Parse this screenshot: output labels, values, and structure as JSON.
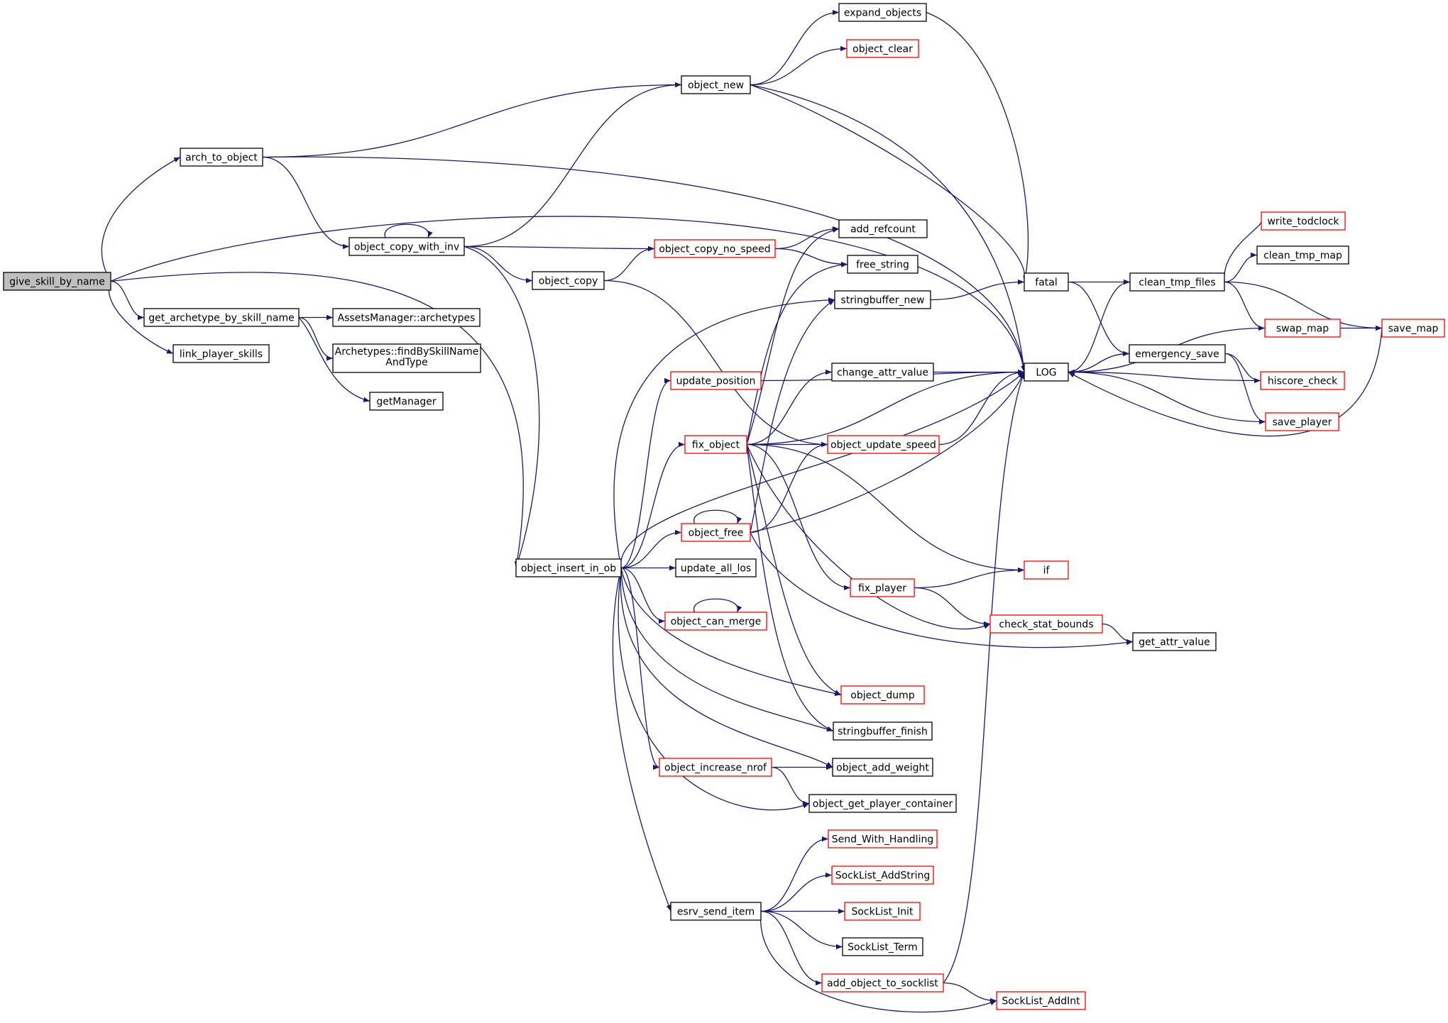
{
  "colors": {
    "edge": "#191970",
    "root_fill": "#bfbfbf",
    "node_border": "#000000",
    "node_border_truncated": "#ff0000"
  },
  "nodes": [
    {
      "id": "give_skill_by_name",
      "label": "give_skill_by_name",
      "root": true
    },
    {
      "id": "arch_to_object",
      "label": "arch_to_object"
    },
    {
      "id": "get_archetype_by_skill_name",
      "label": "get_archetype_by_skill_name"
    },
    {
      "id": "link_player_skills",
      "label": "link_player_skills"
    },
    {
      "id": "object_copy_with_inv",
      "label": "object_copy_with_inv"
    },
    {
      "id": "object_new",
      "label": "object_new"
    },
    {
      "id": "expand_objects",
      "label": "expand_objects"
    },
    {
      "id": "object_clear",
      "label": "object_clear",
      "truncated": true
    },
    {
      "id": "object_copy",
      "label": "object_copy"
    },
    {
      "id": "object_copy_no_speed",
      "label": "object_copy_no_speed",
      "truncated": true
    },
    {
      "id": "add_refcount",
      "label": "add_refcount"
    },
    {
      "id": "free_string",
      "label": "free_string"
    },
    {
      "id": "stringbuffer_new",
      "label": "stringbuffer_new"
    },
    {
      "id": "AssetsManager_archetypes",
      "label": "AssetsManager::archetypes"
    },
    {
      "id": "Archetypes_find",
      "label": "Archetypes::findBySkillName",
      "label2": "AndType"
    },
    {
      "id": "getManager",
      "label": "getManager"
    },
    {
      "id": "update_position",
      "label": "update_position",
      "truncated": true
    },
    {
      "id": "change_attr_value",
      "label": "change_attr_value"
    },
    {
      "id": "fix_object",
      "label": "fix_object",
      "truncated": true
    },
    {
      "id": "object_update_speed",
      "label": "object_update_speed",
      "truncated": true
    },
    {
      "id": "object_free",
      "label": "object_free",
      "truncated": true
    },
    {
      "id": "object_insert_in_ob",
      "label": "object_insert_in_ob"
    },
    {
      "id": "update_all_los",
      "label": "update_all_los"
    },
    {
      "id": "object_can_merge",
      "label": "object_can_merge",
      "truncated": true
    },
    {
      "id": "fix_player",
      "label": "fix_player",
      "truncated": true
    },
    {
      "id": "object_dump",
      "label": "object_dump",
      "truncated": true
    },
    {
      "id": "stringbuffer_finish",
      "label": "stringbuffer_finish"
    },
    {
      "id": "object_increase_nrof",
      "label": "object_increase_nrof",
      "truncated": true
    },
    {
      "id": "object_add_weight",
      "label": "object_add_weight"
    },
    {
      "id": "object_get_player_container",
      "label": "object_get_player_container"
    },
    {
      "id": "Send_With_Handling",
      "label": "Send_With_Handling",
      "truncated": true
    },
    {
      "id": "SockList_AddString",
      "label": "SockList_AddString",
      "truncated": true
    },
    {
      "id": "esrv_send_item",
      "label": "esrv_send_item"
    },
    {
      "id": "SockList_Init",
      "label": "SockList_Init",
      "truncated": true
    },
    {
      "id": "SockList_Term",
      "label": "SockList_Term"
    },
    {
      "id": "add_object_to_socklist",
      "label": "add_object_to_socklist",
      "truncated": true
    },
    {
      "id": "SockList_AddInt",
      "label": "SockList_AddInt",
      "truncated": true
    },
    {
      "id": "fatal",
      "label": "fatal"
    },
    {
      "id": "LOG",
      "label": "LOG"
    },
    {
      "id": "if",
      "label": "if",
      "truncated": true
    },
    {
      "id": "check_stat_bounds",
      "label": "check_stat_bounds",
      "truncated": true
    },
    {
      "id": "get_attr_value",
      "label": "get_attr_value"
    },
    {
      "id": "clean_tmp_files",
      "label": "clean_tmp_files"
    },
    {
      "id": "emergency_save",
      "label": "emergency_save"
    },
    {
      "id": "write_todclock",
      "label": "write_todclock",
      "truncated": true
    },
    {
      "id": "clean_tmp_map",
      "label": "clean_tmp_map"
    },
    {
      "id": "swap_map",
      "label": "swap_map",
      "truncated": true
    },
    {
      "id": "hiscore_check",
      "label": "hiscore_check",
      "truncated": true
    },
    {
      "id": "save_player",
      "label": "save_player",
      "truncated": true
    },
    {
      "id": "save_map",
      "label": "save_map",
      "truncated": true
    }
  ],
  "edges": [
    [
      "give_skill_by_name",
      "arch_to_object"
    ],
    [
      "give_skill_by_name",
      "LOG"
    ],
    [
      "give_skill_by_name",
      "object_insert_in_ob"
    ],
    [
      "give_skill_by_name",
      "get_archetype_by_skill_name"
    ],
    [
      "give_skill_by_name",
      "link_player_skills"
    ],
    [
      "arch_to_object",
      "object_new"
    ],
    [
      "arch_to_object",
      "LOG"
    ],
    [
      "arch_to_object",
      "object_copy_with_inv"
    ],
    [
      "object_new",
      "expand_objects"
    ],
    [
      "object_new",
      "object_clear"
    ],
    [
      "object_new",
      "fatal"
    ],
    [
      "object_new",
      "LOG"
    ],
    [
      "expand_objects",
      "fatal"
    ],
    [
      "object_copy_with_inv",
      "object_copy_with_inv"
    ],
    [
      "object_copy_with_inv",
      "object_new"
    ],
    [
      "object_copy_with_inv",
      "object_copy_no_speed"
    ],
    [
      "object_copy_with_inv",
      "object_copy"
    ],
    [
      "object_copy_with_inv",
      "object_insert_in_ob"
    ],
    [
      "object_copy",
      "object_copy_no_speed"
    ],
    [
      "object_copy",
      "object_update_speed"
    ],
    [
      "object_copy_no_speed",
      "add_refcount"
    ],
    [
      "object_copy_no_speed",
      "free_string"
    ],
    [
      "get_archetype_by_skill_name",
      "AssetsManager_archetypes"
    ],
    [
      "get_archetype_by_skill_name",
      "Archetypes_find"
    ],
    [
      "get_archetype_by_skill_name",
      "getManager"
    ],
    [
      "object_insert_in_ob",
      "stringbuffer_new"
    ],
    [
      "object_insert_in_ob",
      "update_position"
    ],
    [
      "object_insert_in_ob",
      "fix_object"
    ],
    [
      "object_insert_in_ob",
      "LOG"
    ],
    [
      "object_insert_in_ob",
      "object_free"
    ],
    [
      "object_insert_in_ob",
      "update_all_los"
    ],
    [
      "object_insert_in_ob",
      "object_can_merge"
    ],
    [
      "object_insert_in_ob",
      "object_dump"
    ],
    [
      "object_insert_in_ob",
      "stringbuffer_finish"
    ],
    [
      "object_insert_in_ob",
      "object_add_weight"
    ],
    [
      "object_insert_in_ob",
      "object_increase_nrof"
    ],
    [
      "object_insert_in_ob",
      "object_get_player_container"
    ],
    [
      "object_insert_in_ob",
      "esrv_send_item"
    ],
    [
      "update_position",
      "LOG"
    ],
    [
      "fix_object",
      "add_refcount"
    ],
    [
      "fix_object",
      "free_string"
    ],
    [
      "fix_object",
      "change_attr_value"
    ],
    [
      "fix_object",
      "LOG"
    ],
    [
      "fix_object",
      "object_update_speed"
    ],
    [
      "fix_object",
      "if"
    ],
    [
      "fix_object",
      "fix_player"
    ],
    [
      "fix_object",
      "check_stat_bounds"
    ],
    [
      "fix_object",
      "object_dump"
    ],
    [
      "fix_object",
      "stringbuffer_finish"
    ],
    [
      "object_free",
      "object_free"
    ],
    [
      "object_free",
      "stringbuffer_new"
    ],
    [
      "object_free",
      "object_update_speed"
    ],
    [
      "object_free",
      "LOG"
    ],
    [
      "object_free",
      "get_attr_value"
    ],
    [
      "object_can_merge",
      "object_can_merge"
    ],
    [
      "fix_player",
      "if"
    ],
    [
      "fix_player",
      "check_stat_bounds"
    ],
    [
      "check_stat_bounds",
      "get_attr_value"
    ],
    [
      "object_increase_nrof",
      "object_add_weight"
    ],
    [
      "object_increase_nrof",
      "object_get_player_container"
    ],
    [
      "esrv_send_item",
      "Send_With_Handling"
    ],
    [
      "esrv_send_item",
      "SockList_AddString"
    ],
    [
      "esrv_send_item",
      "SockList_Init"
    ],
    [
      "esrv_send_item",
      "SockList_Term"
    ],
    [
      "esrv_send_item",
      "add_object_to_socklist"
    ],
    [
      "esrv_send_item",
      "SockList_AddInt"
    ],
    [
      "add_object_to_socklist",
      "LOG"
    ],
    [
      "add_object_to_socklist",
      "SockList_AddInt"
    ],
    [
      "stringbuffer_new",
      "fatal"
    ],
    [
      "change_attr_value",
      "LOG"
    ],
    [
      "object_update_speed",
      "LOG"
    ],
    [
      "fatal",
      "clean_tmp_files"
    ],
    [
      "fatal",
      "emergency_save"
    ],
    [
      "LOG",
      "clean_tmp_files"
    ],
    [
      "LOG",
      "emergency_save"
    ],
    [
      "clean_tmp_files",
      "write_todclock"
    ],
    [
      "clean_tmp_files",
      "clean_tmp_map"
    ],
    [
      "clean_tmp_files",
      "swap_map"
    ],
    [
      "clean_tmp_files",
      "save_map"
    ],
    [
      "emergency_save",
      "LOG"
    ],
    [
      "emergency_save",
      "hiscore_check"
    ],
    [
      "emergency_save",
      "save_player"
    ],
    [
      "swap_map",
      "LOG"
    ],
    [
      "swap_map",
      "save_map"
    ],
    [
      "hiscore_check",
      "LOG"
    ],
    [
      "save_player",
      "LOG"
    ],
    [
      "save_map",
      "LOG"
    ]
  ]
}
